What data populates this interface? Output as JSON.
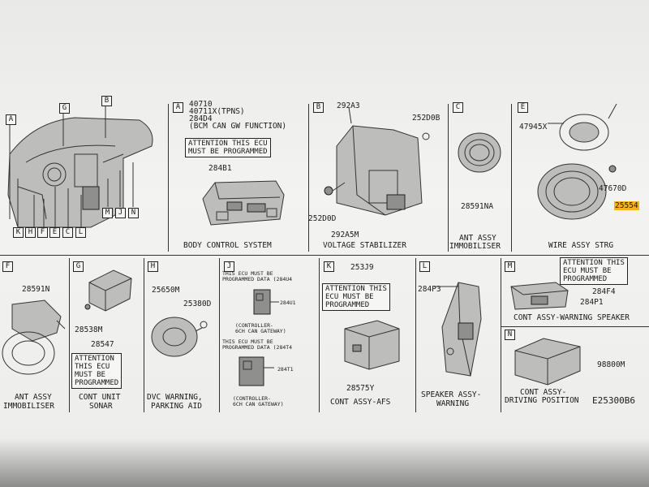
{
  "figure_code": "E25300B6",
  "overview": {
    "callouts": [
      "A",
      "G",
      "B",
      "K",
      "H",
      "F",
      "E",
      "C",
      "L",
      "M",
      "J",
      "N"
    ]
  },
  "panels": {
    "A": {
      "letter": "A",
      "codes": [
        "40710",
        "40711X(TPNS)",
        "284D4",
        "(BCM CAN GW FUNCTION)"
      ],
      "warning": [
        "ATTENTION THIS ECU",
        "MUST BE PROGRAMMED"
      ],
      "mark": "284B1",
      "caption": "BODY CONTROL SYSTEM"
    },
    "B": {
      "letter": "B",
      "parts": [
        "292A3",
        "252D0B",
        "252D0D",
        "292A5M"
      ],
      "caption": "VOLTAGE STABILIZER"
    },
    "C": {
      "letter": "C",
      "part": "28591NA",
      "caption": [
        "ANT ASSY",
        "IMMOBILISER"
      ]
    },
    "D": {
      "letter": "E",
      "parts": [
        "47945X",
        "47670D",
        "25554"
      ],
      "caption": "WIRE ASSY STRG"
    },
    "F": {
      "letter": "F",
      "part": "28591N",
      "caption": [
        "ANT ASSY",
        "IMMOBILISER"
      ]
    },
    "G": {
      "letter": "G",
      "mark": "28538M",
      "part": "28547",
      "warning": [
        "ATTENTION",
        "THIS ECU",
        "MUST BE",
        "PROGRAMMED"
      ],
      "caption": [
        "CONT UNIT",
        "SONAR"
      ]
    },
    "H": {
      "letter": "H",
      "parts": [
        "25650M",
        "25380D"
      ],
      "caption": [
        "DVC WARNING,",
        "PARKING AID"
      ]
    },
    "J": {
      "letter": "J",
      "note1": [
        "THIS ECU MUST BE",
        "PROGRAMMED DATA (284U4"
      ],
      "part1": "284U1",
      "ctrl1": [
        "(CONTROLLER-",
        "6CH CAN GATEWAY)"
      ],
      "note2": [
        "THIS ECU MUST BE",
        "PROGRAMMED DATA (284T4"
      ],
      "part2": "284T1",
      "ctrl2": [
        "(CONTROLLER-",
        "6CH CAN GATEWAY)"
      ]
    },
    "K": {
      "letter": "K",
      "part": "253J9",
      "warning": [
        "ATTENTION THIS",
        "ECU MUST BE",
        "PROGRAMMED"
      ],
      "mark": "28575Y",
      "caption": "CONT ASSY-AFS"
    },
    "L": {
      "letter": "L",
      "part": "284P3",
      "caption": [
        "SPEAKER ASSY-",
        "WARNING"
      ]
    },
    "M": {
      "letter": "M",
      "warning": [
        "ATTENTION THIS",
        "ECU MUST BE",
        "PROGRAMMED"
      ],
      "parts": [
        "284F4",
        "284P1"
      ],
      "caption": "CONT ASSY-WARNING SPEAKER"
    },
    "N": {
      "letter": "N",
      "part": "98800M",
      "caption": [
        "CONT ASSY-",
        "DRIVING POSITION"
      ]
    }
  }
}
